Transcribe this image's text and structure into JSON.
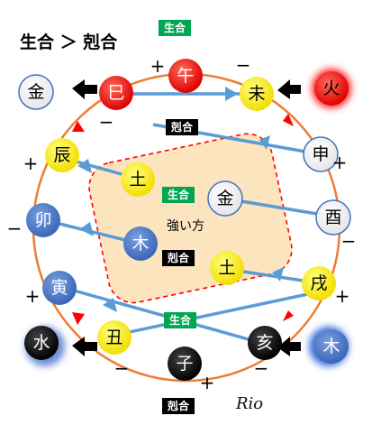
{
  "title": "生合 ＞ 剋合",
  "center_label": "強い方",
  "signature": "Rio",
  "tags": {
    "top": "生合",
    "mid_upper": "剋合",
    "center_upper": "生合",
    "center_lower": "剋合",
    "lower": "生合",
    "bottom": "剋合"
  },
  "signs": {
    "s1": "+",
    "s2": "−",
    "s3": "−",
    "s4": "+",
    "s5": "+",
    "s6": "−",
    "s7": "−",
    "s8": "+",
    "s9": "+",
    "s10": "−",
    "s11": "−",
    "s12": "+"
  },
  "nodes": {
    "uma": "午",
    "hitsuji": "未",
    "mi": "巳",
    "saru": "申",
    "tatsu": "辰",
    "tori": "酉",
    "u": "卯",
    "inu": "戌",
    "tora": "寅",
    "i": "亥",
    "ushi": "丑",
    "ne": "子",
    "outer_kin": "金",
    "outer_hi": "火",
    "outer_sui": "水",
    "outer_moku": "木",
    "c_do1": "土",
    "c_kin": "金",
    "c_moku": "木",
    "c_do2": "土"
  },
  "colors": {
    "fire": "#ee1111",
    "earth": "#ffee00",
    "metal": "#ffffff",
    "wood": "#4472c4",
    "water": "#000000",
    "cycle": "#ed7d31",
    "link": "#5b9bd5",
    "tag_green": "#00a651",
    "tag_black": "#000000",
    "center_fill": "#fce4bf",
    "center_border": "#ff0000",
    "arrow_red": "#ff0000"
  }
}
